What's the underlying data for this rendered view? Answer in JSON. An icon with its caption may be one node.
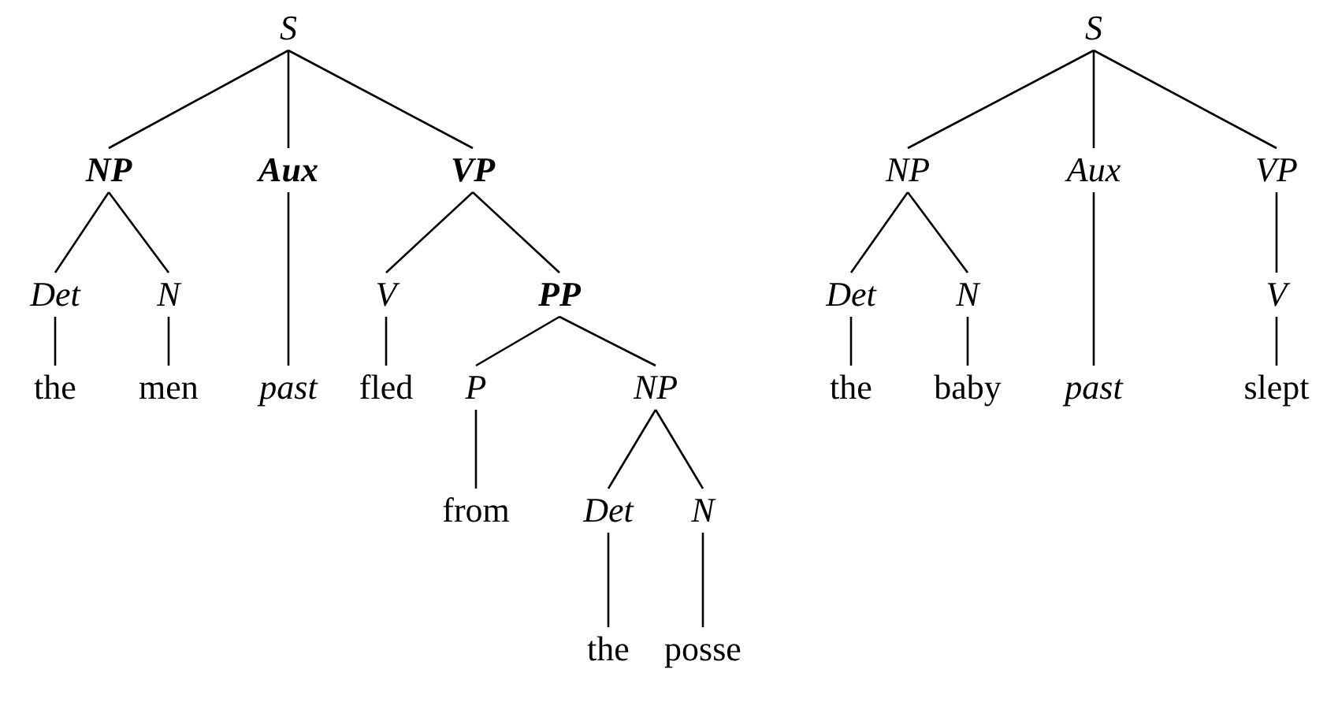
{
  "diagram": {
    "nodes": [
      {
        "text": [
          "S"
        ]
      },
      {
        "text": [
          "NP"
        ]
      },
      {
        "text": [
          "Aux"
        ]
      },
      {
        "text": [
          "VP"
        ]
      },
      {
        "text": [
          "Det"
        ]
      },
      {
        "text": [
          "N"
        ]
      },
      {
        "text": [
          "V"
        ]
      },
      {
        "text": [
          "PP"
        ]
      },
      {
        "text": [
          "the"
        ]
      },
      {
        "text": [
          "men"
        ]
      },
      {
        "text": [
          "past"
        ]
      },
      {
        "text": [
          "fled"
        ]
      },
      {
        "text": [
          "P"
        ]
      },
      {
        "text": [
          "NP"
        ]
      },
      {
        "text": [
          "from"
        ]
      },
      {
        "text": [
          "Det"
        ]
      },
      {
        "text": [
          "N"
        ]
      },
      {
        "text": [
          "the"
        ]
      },
      {
        "text": [
          "posse"
        ]
      },
      {
        "text": [
          "S"
        ]
      },
      {
        "text": [
          "NP"
        ]
      },
      {
        "text": [
          "Aux"
        ]
      },
      {
        "text": [
          "VP"
        ]
      },
      {
        "text": [
          "Det"
        ]
      },
      {
        "text": [
          "N"
        ]
      },
      {
        "text": [
          "V"
        ]
      },
      {
        "text": [
          "the"
        ]
      },
      {
        "text": [
          "baby"
        ]
      },
      {
        "text": [
          "past"
        ]
      },
      {
        "text": [
          "slept"
        ]
      }
    ],
    "edges": [
      {
        "from": 0,
        "to": 1,
        "arrow": "none"
      },
      {
        "from": 0,
        "to": 2,
        "arrow": "none"
      },
      {
        "from": 0,
        "to": 3,
        "arrow": "none"
      },
      {
        "from": 1,
        "to": 4,
        "arrow": "none"
      },
      {
        "from": 1,
        "to": 5,
        "arrow": "none"
      },
      {
        "from": 3,
        "to": 6,
        "arrow": "none"
      },
      {
        "from": 3,
        "to": 7,
        "arrow": "none"
      },
      {
        "from": 4,
        "to": 8,
        "arrow": "none"
      },
      {
        "from": 5,
        "to": 9,
        "arrow": "none"
      },
      {
        "from": 2,
        "to": 10,
        "arrow": "none"
      },
      {
        "from": 6,
        "to": 11,
        "arrow": "none"
      },
      {
        "from": 7,
        "to": 12,
        "arrow": "none"
      },
      {
        "from": 7,
        "to": 13,
        "arrow": "none"
      },
      {
        "from": 12,
        "to": 14,
        "arrow": "none"
      },
      {
        "from": 13,
        "to": 15,
        "arrow": "none"
      },
      {
        "from": 13,
        "to": 16,
        "arrow": "none"
      },
      {
        "from": 15,
        "to": 17,
        "arrow": "none"
      },
      {
        "from": 16,
        "to": 18,
        "arrow": "none"
      },
      {
        "from": 19,
        "to": 20,
        "arrow": "none"
      },
      {
        "from": 19,
        "to": 21,
        "arrow": "none"
      },
      {
        "from": 19,
        "to": 22,
        "arrow": "none"
      },
      {
        "from": 20,
        "to": 23,
        "arrow": "none"
      },
      {
        "from": 20,
        "to": 24,
        "arrow": "none"
      },
      {
        "from": 22,
        "to": 25,
        "arrow": "none"
      },
      {
        "from": 23,
        "to": 26,
        "arrow": "none"
      },
      {
        "from": 24,
        "to": 27,
        "arrow": "none"
      },
      {
        "from": 21,
        "to": 28,
        "arrow": "none"
      },
      {
        "from": 25,
        "to": 29,
        "arrow": "none"
      }
    ]
  }
}
